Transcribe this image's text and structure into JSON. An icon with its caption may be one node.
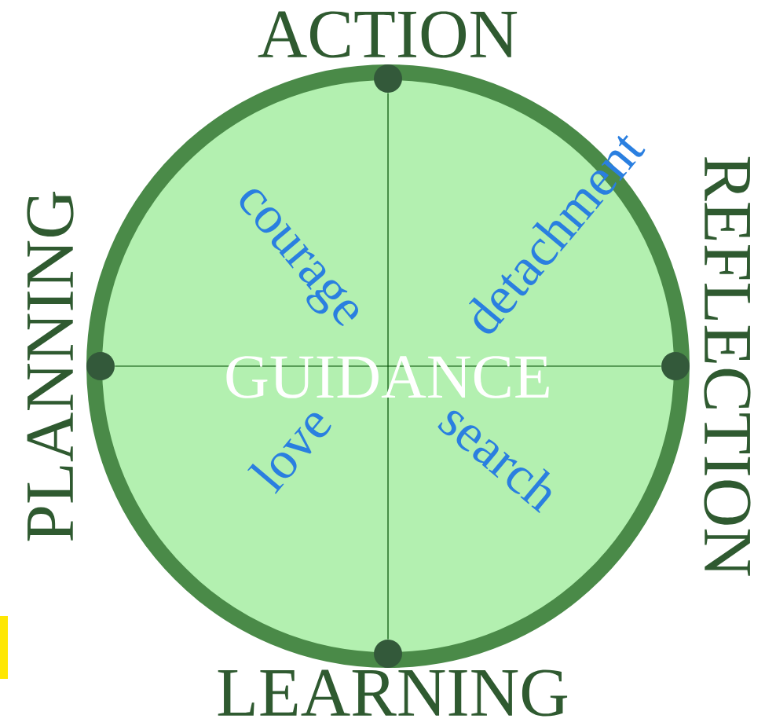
{
  "diagram": {
    "nodes": [
      {
        "text": [
          "GUIDANCE",
          "courage",
          "detachment",
          "love",
          "search"
        ]
      },
      {
        "text": [],
        "shape": "circle",
        "beside": [
          "ACTION"
        ],
        "in": 0
      },
      {
        "text": [],
        "shape": "circle",
        "beside": [
          "REFLECTION"
        ],
        "in": 0
      },
      {
        "text": [],
        "shape": "circle",
        "beside": [
          "LEARNING"
        ],
        "in": 0
      },
      {
        "text": [],
        "shape": "circle",
        "beside": [
          "PLANNING"
        ],
        "in": 0
      }
    ],
    "edges": [
      {
        "from": 1,
        "to": 3,
        "arrow": "none"
      },
      {
        "from": 4,
        "to": 2,
        "arrow": "none"
      }
    ]
  }
}
